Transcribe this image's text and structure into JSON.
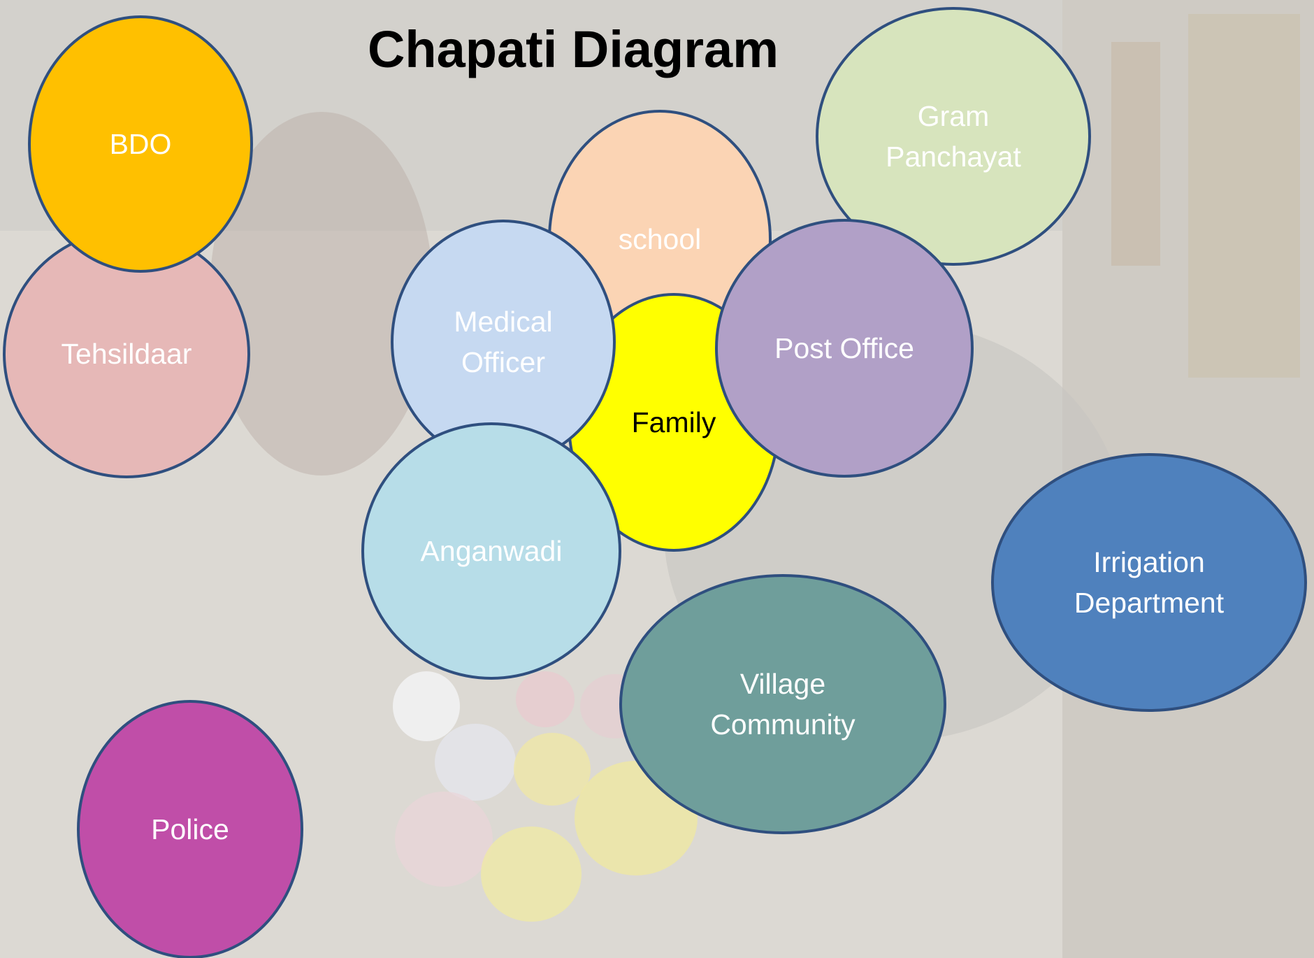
{
  "title": "Chapati Diagram",
  "circles": [
    {
      "id": "tehsildaar",
      "label": "Tehsildaar",
      "color": "#e6b8b7",
      "text_color": "#ffffff"
    },
    {
      "id": "bdo",
      "label": "BDO",
      "color": "#ffc000",
      "text_color": "#ffffff"
    },
    {
      "id": "school",
      "label": "school",
      "color": "#fbd4b4",
      "text_color": "#ffffff"
    },
    {
      "id": "gram-panchayat",
      "label": "Gram\nPanchayat",
      "color": "#d7e4bd",
      "text_color": "#ffffff"
    },
    {
      "id": "family",
      "label": "Family",
      "color": "#ffff00",
      "text_color": "#000000"
    },
    {
      "id": "medical-officer",
      "label": "Medical\nOfficer",
      "color": "#c6d9f1",
      "text_color": "#ffffff"
    },
    {
      "id": "post-office",
      "label": "Post Office",
      "color": "#b1a0c7",
      "text_color": "#ffffff"
    },
    {
      "id": "anganwadi",
      "label": "Anganwadi",
      "color": "#b7dde8",
      "text_color": "#ffffff"
    },
    {
      "id": "irrigation-department",
      "label": "Irrigation\nDepartment",
      "color": "#4f81bd",
      "text_color": "#ffffff"
    },
    {
      "id": "village-community",
      "label": "Village\nCommunity",
      "color": "#6f9e9b",
      "text_color": "#ffffff"
    },
    {
      "id": "police",
      "label": "Police",
      "color": "#c04ea8",
      "text_color": "#ffffff"
    }
  ]
}
